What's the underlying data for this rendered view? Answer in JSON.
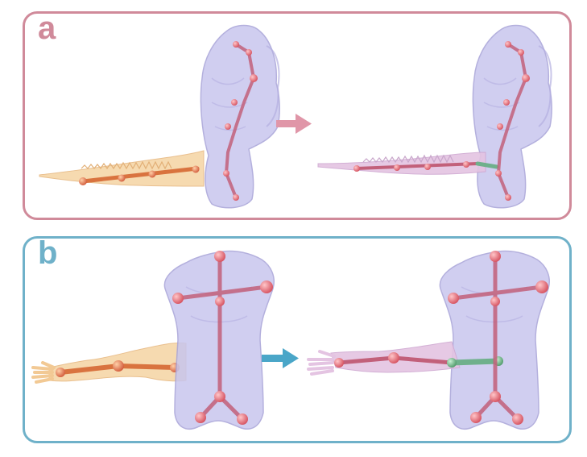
{
  "figure": {
    "panels": [
      {
        "id": "a",
        "label": "a",
        "border_color": "#d08a9a",
        "arrow_color": "#e096a8",
        "source_part": "tail",
        "target": "creature-body"
      },
      {
        "id": "b",
        "label": "b",
        "border_color": "#6fb1c9",
        "arrow_color": "#4aa6c8",
        "source_part": "arm",
        "target": "torso"
      }
    ],
    "colors": {
      "body_fill": "#c8c6ee",
      "body_stroke": "#a7a3d8",
      "skeleton_bone": "#c2607a",
      "skeleton_joint": "#d86070",
      "source_part_fill": "#f6d7a8",
      "source_bone": "#d9733f",
      "attached_part_fill": "#e4c4e2",
      "connector_bone": "#6fb08c"
    }
  }
}
